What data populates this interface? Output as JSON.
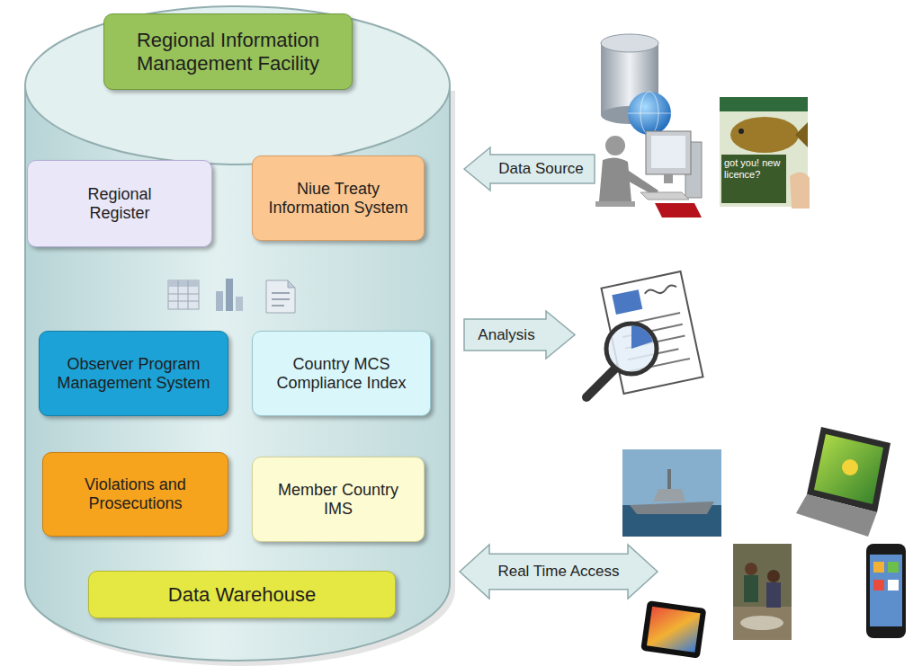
{
  "diagram": {
    "nodes": [
      {
        "text": [
          "Regional Information Management Facility"
        ]
      },
      {
        "text": [
          "Regional Register"
        ]
      },
      {
        "text": [
          "Niue Treaty Information System"
        ]
      },
      {
        "text": [
          "Data Source"
        ]
      },
      {
        "text": [
          "Observer Program Management System"
        ]
      },
      {
        "text": [
          "Country MCS Compliance Index"
        ]
      },
      {
        "text": [
          "Analysis"
        ]
      },
      {
        "text": [
          "Violations and Prosecutions"
        ]
      },
      {
        "text": [
          "Member Country IMS"
        ]
      },
      {
        "text": [
          "Real Time Access"
        ]
      },
      {
        "text": [
          "Data Warehouse"
        ]
      }
    ],
    "labels": [
      "got you! new licence?"
    ]
  }
}
